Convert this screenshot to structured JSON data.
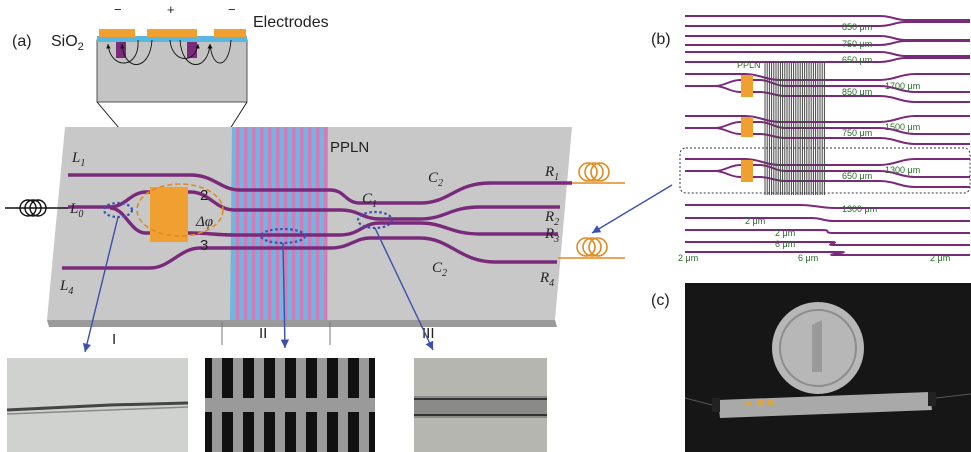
{
  "panel_a": {
    "label": "(a)",
    "oxide_label_main": "SiO",
    "oxide_label_sub": "2",
    "electrodes_label": "Electrodes",
    "polarity_left": "−",
    "polarity_mid": "+",
    "polarity_right": "−",
    "ppln_label": "PPLN",
    "phase_label": "Δφ",
    "arm_upper": "2",
    "arm_lower": "3",
    "input_labels": [
      {
        "main": "L",
        "sub": "1"
      },
      {
        "main": "L",
        "sub": "0"
      },
      {
        "main": "L",
        "sub": "4"
      }
    ],
    "output_labels": [
      {
        "main": "R",
        "sub": "1"
      },
      {
        "main": "R",
        "sub": "2"
      },
      {
        "main": "R",
        "sub": "3"
      },
      {
        "main": "R",
        "sub": "4"
      }
    ],
    "coupler_labels": [
      {
        "main": "C",
        "sub": "1"
      },
      {
        "main": "C",
        "sub": "2"
      },
      {
        "main": "C",
        "sub": "2"
      }
    ],
    "region_labels": [
      "I",
      "II",
      "III"
    ]
  },
  "panel_b": {
    "label": "(b)",
    "ppln_label": "PPLN",
    "dimensions": [
      "850 μm",
      "750 μm",
      "650 μm",
      "1700 μm",
      "850 μm",
      "1500 μm",
      "750 μm",
      "1300 μm",
      "650 μm",
      "1300 μm",
      "2 μm",
      "2 μm",
      "6 μm",
      "2 μm",
      "6 μm",
      "2 μm"
    ]
  },
  "panel_c": {
    "label": "(c)"
  },
  "colors": {
    "waveguide": "#7a2a7a",
    "electrode": "#f0a030",
    "substrate": "#c9c9c9",
    "ppln_blue": "#6fb6e0",
    "ppln_pink": "#d77ab8",
    "fiber_orange": "#e08a20",
    "ellipse_blue": "#3a4fb0",
    "arrow_blue": "#3a4fb0"
  }
}
